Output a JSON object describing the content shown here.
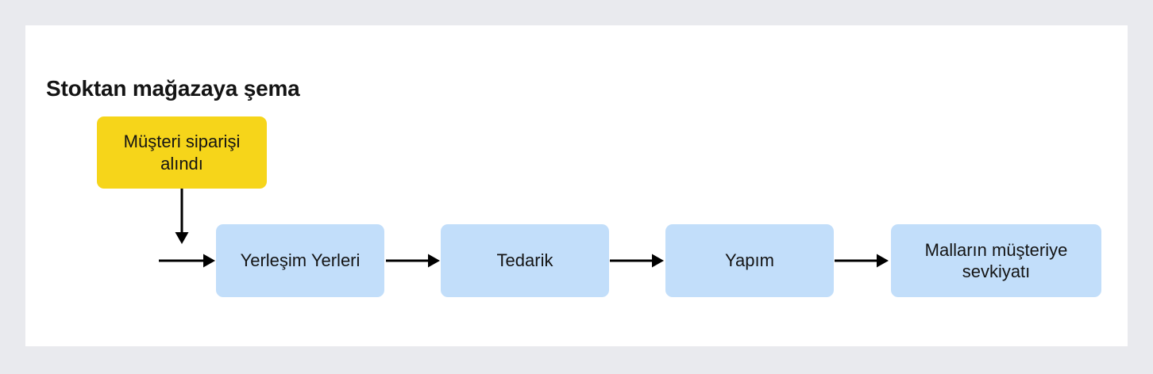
{
  "title": "Stoktan mağazaya şema",
  "nodes": {
    "start": {
      "label": "Müşteri siparişi alındı",
      "type": "start"
    },
    "step1": {
      "label": "Yerleşim Yerleri",
      "type": "process"
    },
    "step2": {
      "label": "Tedarik",
      "type": "process"
    },
    "step3": {
      "label": "Yapım",
      "type": "process"
    },
    "step4": {
      "label": "Malların müşteriye sevkiyatı",
      "type": "process"
    }
  },
  "flow_order": [
    "start",
    "step1",
    "step2",
    "step3",
    "step4"
  ],
  "colors": {
    "page_background": "#E9EAEE",
    "card_background": "#FFFFFF",
    "start_node_fill": "#F6D51A",
    "process_node_fill": "#C2DEFA",
    "arrow": "#000000",
    "text": "#141414"
  }
}
